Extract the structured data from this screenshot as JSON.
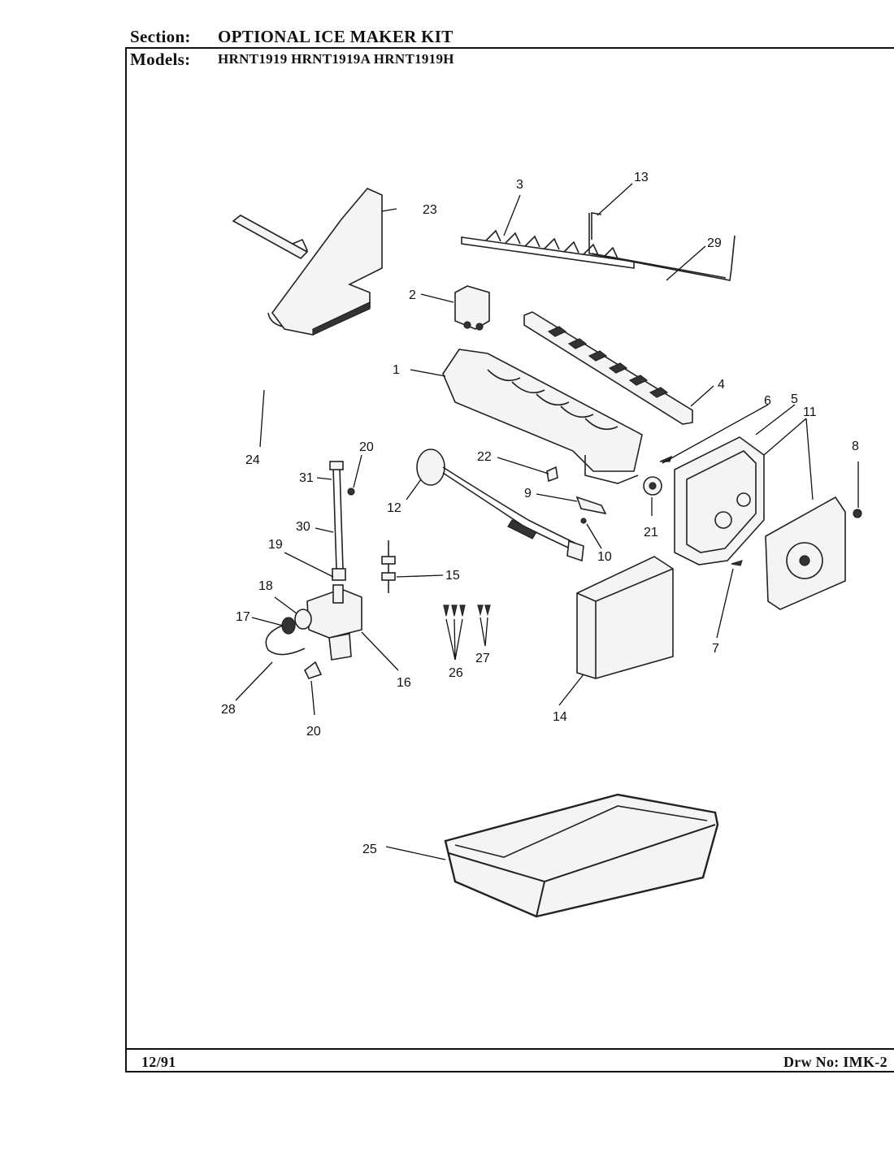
{
  "header": {
    "section_label": "Section:",
    "section_value": "OPTIONAL ICE MAKER KIT",
    "models_label": "Models:",
    "models_value": "HRNT1919  HRNT1919A  HRNT1919H"
  },
  "footer": {
    "date": "12/91",
    "drawing_number": "Drw No: IMK-2"
  },
  "callouts": [
    {
      "id": "1",
      "label": "1"
    },
    {
      "id": "2",
      "label": "2"
    },
    {
      "id": "3",
      "label": "3"
    },
    {
      "id": "4",
      "label": "4"
    },
    {
      "id": "5",
      "label": "5"
    },
    {
      "id": "6",
      "label": "6"
    },
    {
      "id": "7",
      "label": "7"
    },
    {
      "id": "8",
      "label": "8"
    },
    {
      "id": "9",
      "label": "9"
    },
    {
      "id": "10",
      "label": "10"
    },
    {
      "id": "11",
      "label": "11"
    },
    {
      "id": "12",
      "label": "12"
    },
    {
      "id": "13",
      "label": "13"
    },
    {
      "id": "14",
      "label": "14"
    },
    {
      "id": "15",
      "label": "15"
    },
    {
      "id": "16",
      "label": "16"
    },
    {
      "id": "17",
      "label": "17"
    },
    {
      "id": "18",
      "label": "18"
    },
    {
      "id": "19",
      "label": "19"
    },
    {
      "id": "20a",
      "label": "20"
    },
    {
      "id": "20b",
      "label": "20"
    },
    {
      "id": "21",
      "label": "21"
    },
    {
      "id": "22",
      "label": "22"
    },
    {
      "id": "23",
      "label": "23"
    },
    {
      "id": "24",
      "label": "24"
    },
    {
      "id": "25",
      "label": "25"
    },
    {
      "id": "26",
      "label": "26"
    },
    {
      "id": "27",
      "label": "27"
    },
    {
      "id": "28",
      "label": "28"
    },
    {
      "id": "29",
      "label": "29"
    },
    {
      "id": "30",
      "label": "30"
    },
    {
      "id": "31",
      "label": "31"
    }
  ]
}
